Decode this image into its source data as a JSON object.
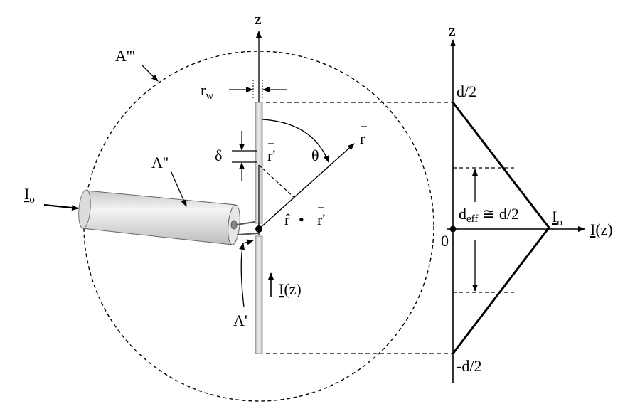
{
  "labels": {
    "z_left": "z",
    "z_right": "z",
    "A3": "A'''",
    "A2": "A''",
    "A1": "A'",
    "rw_main": "r",
    "rw_sub": "w",
    "delta": "δ",
    "r_vec": "r",
    "r_prime": "r'",
    "theta": "θ",
    "r_hat": "r̂",
    "dot": "•",
    "r_prime_dot": "r'",
    "Io_left_main": "I",
    "Io_left_sub": "o",
    "Iz_mid_main": "I",
    "Iz_mid_rest": "(z)",
    "d_half": "d/2",
    "minus_d_half": "-d/2",
    "zero": "0",
    "deff_main": "d",
    "deff_sub": "eff",
    "deff_rest": " ≅ d/2",
    "Io_right_main": "I",
    "Io_right_sub": "o",
    "Iz_axis_main": "I",
    "Iz_axis_rest": "(z)"
  }
}
